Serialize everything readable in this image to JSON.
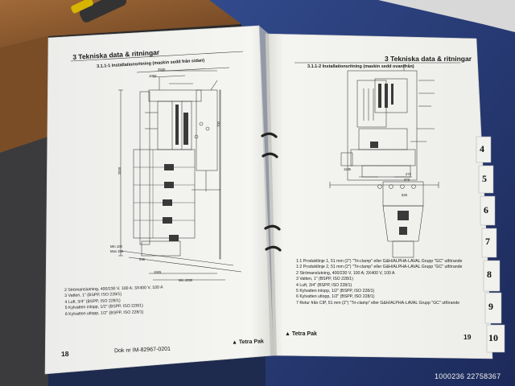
{
  "left_page": {
    "header": "3 Tekniska data & ritningar",
    "subheader": "3.1.1-1   Installationsritning (maskin sedd från sidan)",
    "legend": [
      "2   Strömanslutning, 400/230 V, 100 A; 3X400 V, 100 A",
      "3   Vatten, 1\" (BSPP, ISO 228/1)",
      "4   Luft, 3/4\" (BSPP, ISO 228/1)",
      "5   Kylvatten inlopp, 1/2\" (BSPP, ISO 228/1)",
      "6   Kylvatten utlopp, 1/2\" (BSPP, ISO 228/1)"
    ],
    "logo": "Tetra Pak",
    "page_number": "18",
    "doc_number": "Dok nr IM-82967-0201",
    "dims": {
      "d2530": "2530",
      "d1060": "1060",
      "d700": "700",
      "d2000": "2000",
      "min100": "Min 100",
      "max150": "Max 150",
      "d936": "936",
      "d1925": "1925",
      "min4000": "Min 4000"
    }
  },
  "right_page": {
    "header": "3 Tekniska data & ritningar",
    "subheader": "3.1.1-2   Installationsritning (maskin sedd ovanifrån)",
    "legend": [
      "1:1  Produktlinje 1, 51 mm (2\") \"Tri-clamp\" eller G&H/ALPHA-LAVAL Grupp \"GC\" utförande",
      "1:2  Produktlinje 2, 51 mm (2\") \"Tri-clamp\" eller G&H/ALPHA-LAVAL Grupp \"GC\" utförande",
      "2    Strömanslutning, 400/230 V, 100 A; 3X400 V, 100 A",
      "3    Vatten, 1\" (BSPP, ISO 228/1)",
      "4    Luft, 3/4\" (BSPP, ISO 228/1)",
      "5    Kylvatten inlopp, 1/2\" (BSPP, ISO 228/1)",
      "6    Kylvatten utlopp, 1/2\" (BSPP, ISO 228/1)",
      "7    Retur från CIP, 51 mm (2\") \"Tri-clamp\" eller G&H/ALPHA-LAVAL Grupp \"GC\" utförande"
    ],
    "logo": "Tetra Pak",
    "page_number": "19",
    "dims": {
      "d1195": "1195",
      "d272": "272",
      "d373": "373",
      "d525": "525"
    }
  },
  "tabs": [
    "4",
    "5",
    "6",
    "7",
    "8",
    "9",
    "10"
  ],
  "watermark": "1000236 22758367",
  "colors": {
    "binder_blue": "#2b3e7a",
    "wood": "#8a5a2c",
    "paper": "#f4f4f1",
    "ink": "#1a1a1a"
  }
}
